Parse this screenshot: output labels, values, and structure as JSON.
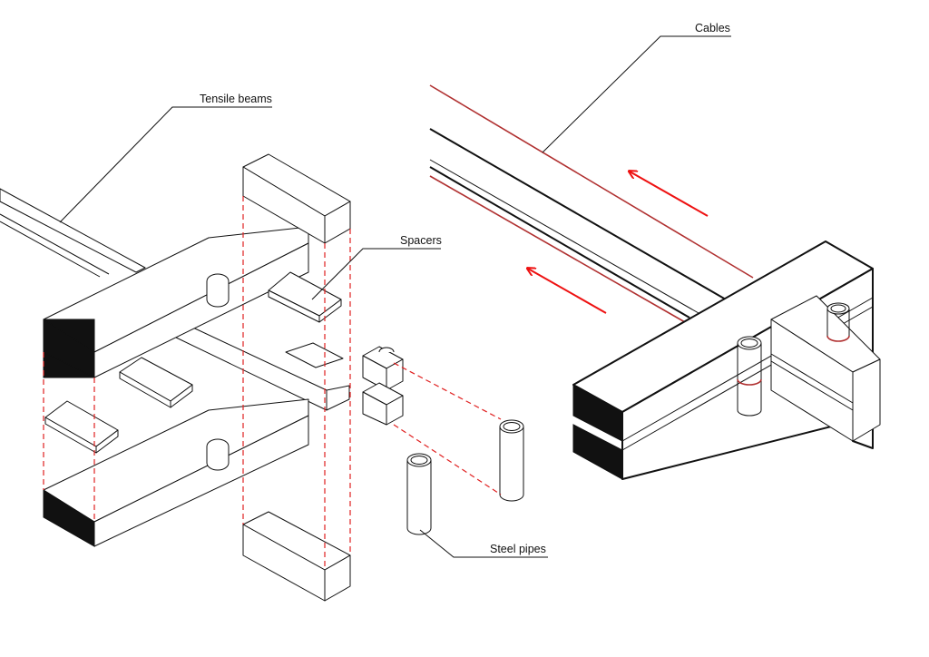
{
  "labels": {
    "tensile_beams": "Tensile beams",
    "spacers": "Spacers",
    "cables": "Cables",
    "steel_pipes": "Steel pipes"
  },
  "colors": {
    "line": "#111111",
    "cut_face": "#111111",
    "dashed_guide": "#e02020",
    "cable": "#b03030",
    "arrow": "#ee1111"
  }
}
